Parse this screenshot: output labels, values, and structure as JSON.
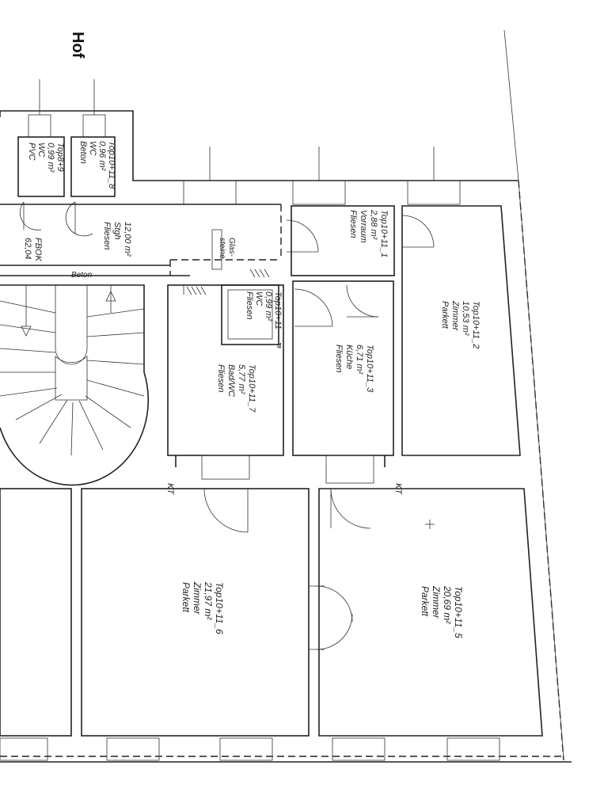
{
  "courtyard_label": "Hof",
  "rooms": [
    {
      "id": "wc-top8-9",
      "lines": [
        "Top8+9",
        "0,99 m²",
        "WC",
        "PVC"
      ]
    },
    {
      "id": "wc-top10-11-8",
      "lines": [
        "Top10+11_8",
        "0,96 m²",
        "WC",
        "Beton"
      ]
    },
    {
      "id": "stiegenhaus",
      "lines": [
        "12,00 m²",
        "Stgh",
        "Fliesen"
      ]
    },
    {
      "id": "fbok",
      "lines": [
        "FBOK",
        "62,04"
      ]
    },
    {
      "id": "glassteine",
      "lines": [
        "Glas-",
        "steine"
      ]
    },
    {
      "id": "beton",
      "lines": [
        "Beton"
      ]
    },
    {
      "id": "vorraum",
      "lines": [
        "Top10+11_1",
        "2,88 m²",
        "Vorraum",
        "Fliesen"
      ]
    },
    {
      "id": "zimmer-2",
      "lines": [
        "Top10+11_2",
        "10,53 m²",
        "Zimmer",
        "Parkett"
      ]
    },
    {
      "id": "wc-4",
      "lines": [
        "Top10+11",
        "0,99 m²",
        "WC",
        "Fliesen"
      ]
    },
    {
      "id": "wc-4-num",
      "lines": [
        "4"
      ]
    },
    {
      "id": "kueche",
      "lines": [
        "Top10+11_3",
        "6,71 m²",
        "Küche",
        "Fliesen"
      ]
    },
    {
      "id": "bad",
      "lines": [
        "Top10+11_7",
        "5,77 m²",
        "Bad/WC",
        "Fliesen"
      ]
    },
    {
      "id": "kt-left",
      "lines": [
        "KT"
      ]
    },
    {
      "id": "kt-right",
      "lines": [
        "KT"
      ]
    },
    {
      "id": "zimmer-6",
      "lines": [
        "Top10+11_6",
        "21,97 m²",
        "Zimmer",
        "Parkett"
      ]
    },
    {
      "id": "zimmer-5",
      "lines": [
        "Top10+11_5",
        "20,69 m²",
        "Zimmer",
        "Parkett"
      ]
    }
  ]
}
